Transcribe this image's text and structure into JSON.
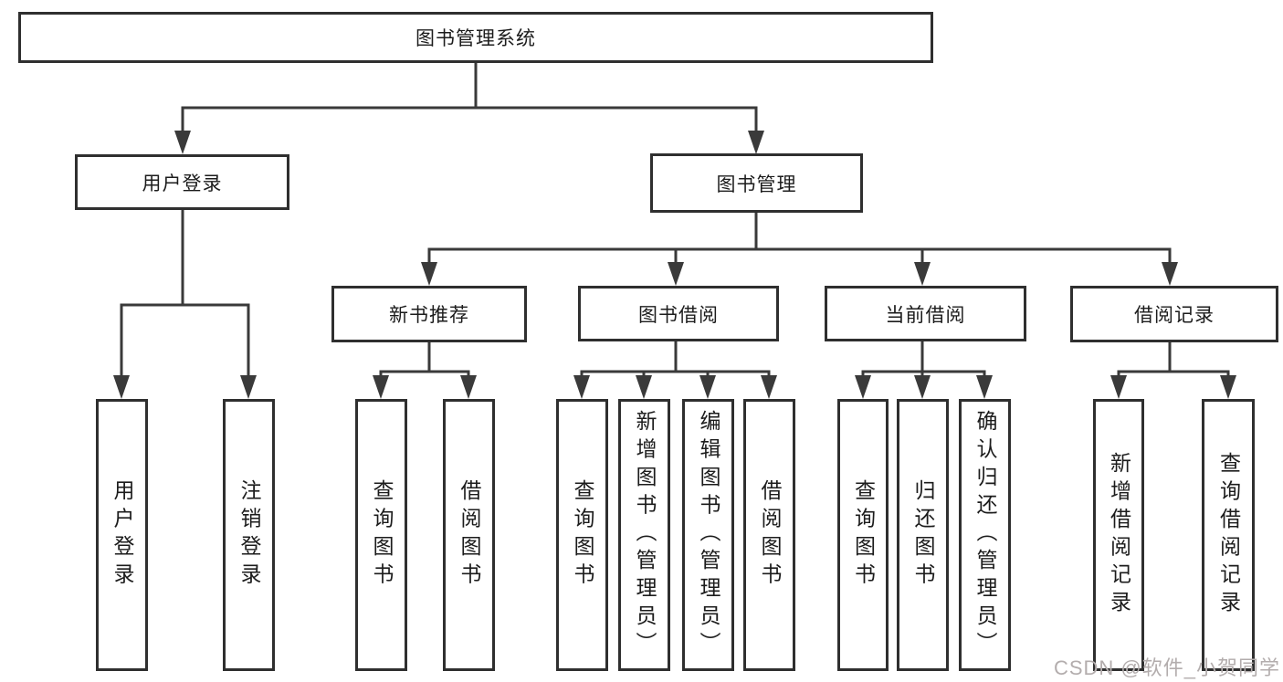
{
  "tree": {
    "root": {
      "label": "图书管理系统",
      "children": [
        {
          "label": "用户登录",
          "children": [
            {
              "label": "用户登录"
            },
            {
              "label": "注销登录"
            }
          ]
        },
        {
          "label": "图书管理",
          "children": [
            {
              "label": "新书推荐",
              "children": [
                {
                  "label": "查询图书"
                },
                {
                  "label": "借阅图书"
                }
              ]
            },
            {
              "label": "图书借阅",
              "children": [
                {
                  "label": "查询图书"
                },
                {
                  "label": "新增图书（管理员）"
                },
                {
                  "label": "编辑图书（管理员）"
                },
                {
                  "label": "借阅图书"
                }
              ]
            },
            {
              "label": "当前借阅",
              "children": [
                {
                  "label": "查询图书"
                },
                {
                  "label": "归还图书"
                },
                {
                  "label": "确认归还（管理员）"
                }
              ]
            },
            {
              "label": "借阅记录",
              "children": [
                {
                  "label": "新增借阅记录"
                },
                {
                  "label": "查询借阅记录"
                }
              ]
            }
          ]
        }
      ]
    }
  },
  "watermark": "CSDN @软件_小贺同学",
  "colors": {
    "line": "#3a3a3a",
    "border": "#2f2f2f",
    "text": "#1c1c1c",
    "watermark": "#b3adad"
  }
}
